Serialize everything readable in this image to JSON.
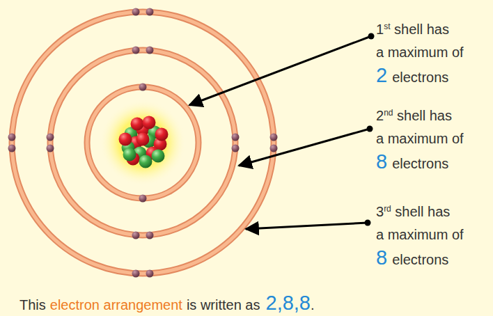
{
  "diagram": {
    "labels": [
      "1st shell has a maximum of",
      "2",
      "electrons",
      "2nd shell has a maximum of",
      "8",
      "electrons",
      "3rd shell has a maximum of",
      "8",
      "electrons",
      "This",
      "electron arrangement",
      "is written as",
      "2,8,8",
      "."
    ]
  }
}
